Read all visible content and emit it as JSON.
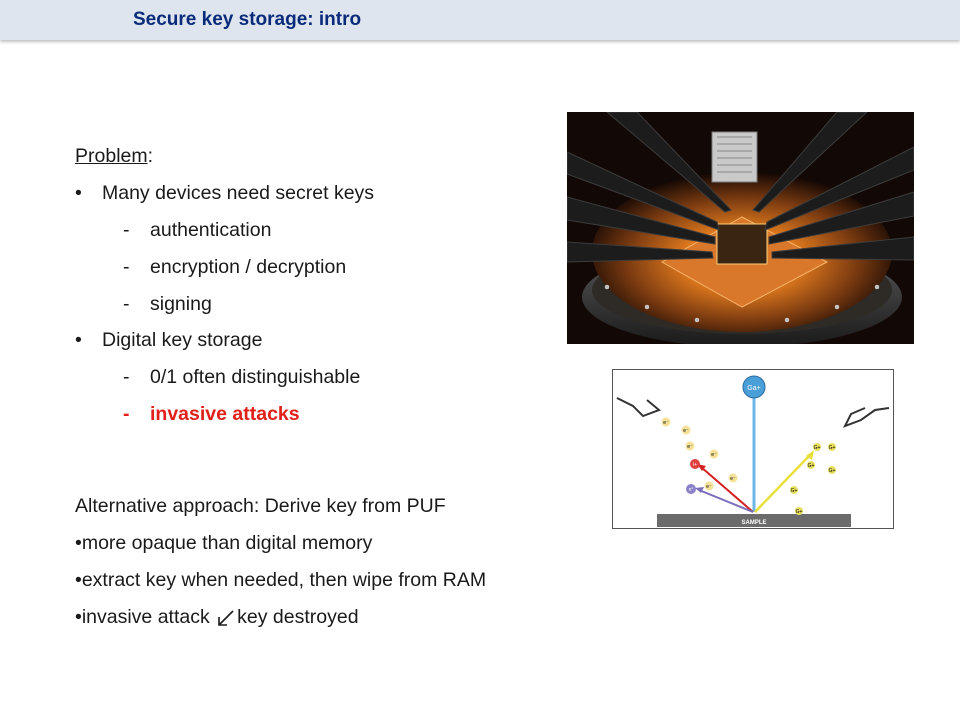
{
  "header": {
    "title": "Secure key storage: intro"
  },
  "problem": {
    "heading": "Problem",
    "colon": ":",
    "bullets": [
      {
        "text": "Many devices need secret keys",
        "subitems": [
          "authentication",
          "encryption / decryption",
          "signing"
        ]
      },
      {
        "text": "Digital key storage",
        "subitems": [
          "0/1 often distinguishable",
          "invasive attacks"
        ]
      }
    ]
  },
  "alternative": {
    "heading": "Alternative approach: Derive key from PUF",
    "items": [
      "•more opaque than digital memory",
      "•extract key when needed, then wipe from RAM"
    ],
    "last_item": {
      "before": "•invasive attack ",
      "after": "key destroyed"
    }
  },
  "diagram": {
    "beam_label": "Ga+",
    "sample_label": "SAMPLE",
    "electron_label": "e⁻",
    "ion_label": "i+",
    "neutral_label": "n°",
    "secondary_label": "G+"
  },
  "colors": {
    "title": "#0a2a7a",
    "header_bg": "#dfe5ef",
    "highlight": "#e0201a"
  }
}
